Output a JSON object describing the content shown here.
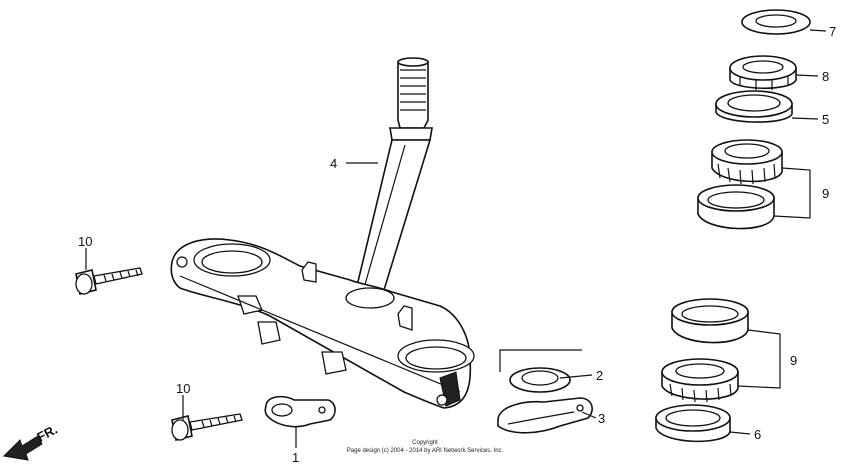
{
  "callouts": [
    {
      "id": "1",
      "label": "1"
    },
    {
      "id": "2",
      "label": "2"
    },
    {
      "id": "3",
      "label": "3"
    },
    {
      "id": "4",
      "label": "4"
    },
    {
      "id": "5",
      "label": "5"
    },
    {
      "id": "6",
      "label": "6"
    },
    {
      "id": "7",
      "label": "7"
    },
    {
      "id": "8",
      "label": "8"
    },
    {
      "id": "9a",
      "label": "9"
    },
    {
      "id": "9b",
      "label": "9"
    },
    {
      "id": "10a",
      "label": "10"
    },
    {
      "id": "10b",
      "label": "10"
    }
  ],
  "direction_label": "FR.",
  "copyright": {
    "line1": "Copyright",
    "line2": "Page design (c) 2004 - 2014 by ARI Network Services, Inc."
  }
}
